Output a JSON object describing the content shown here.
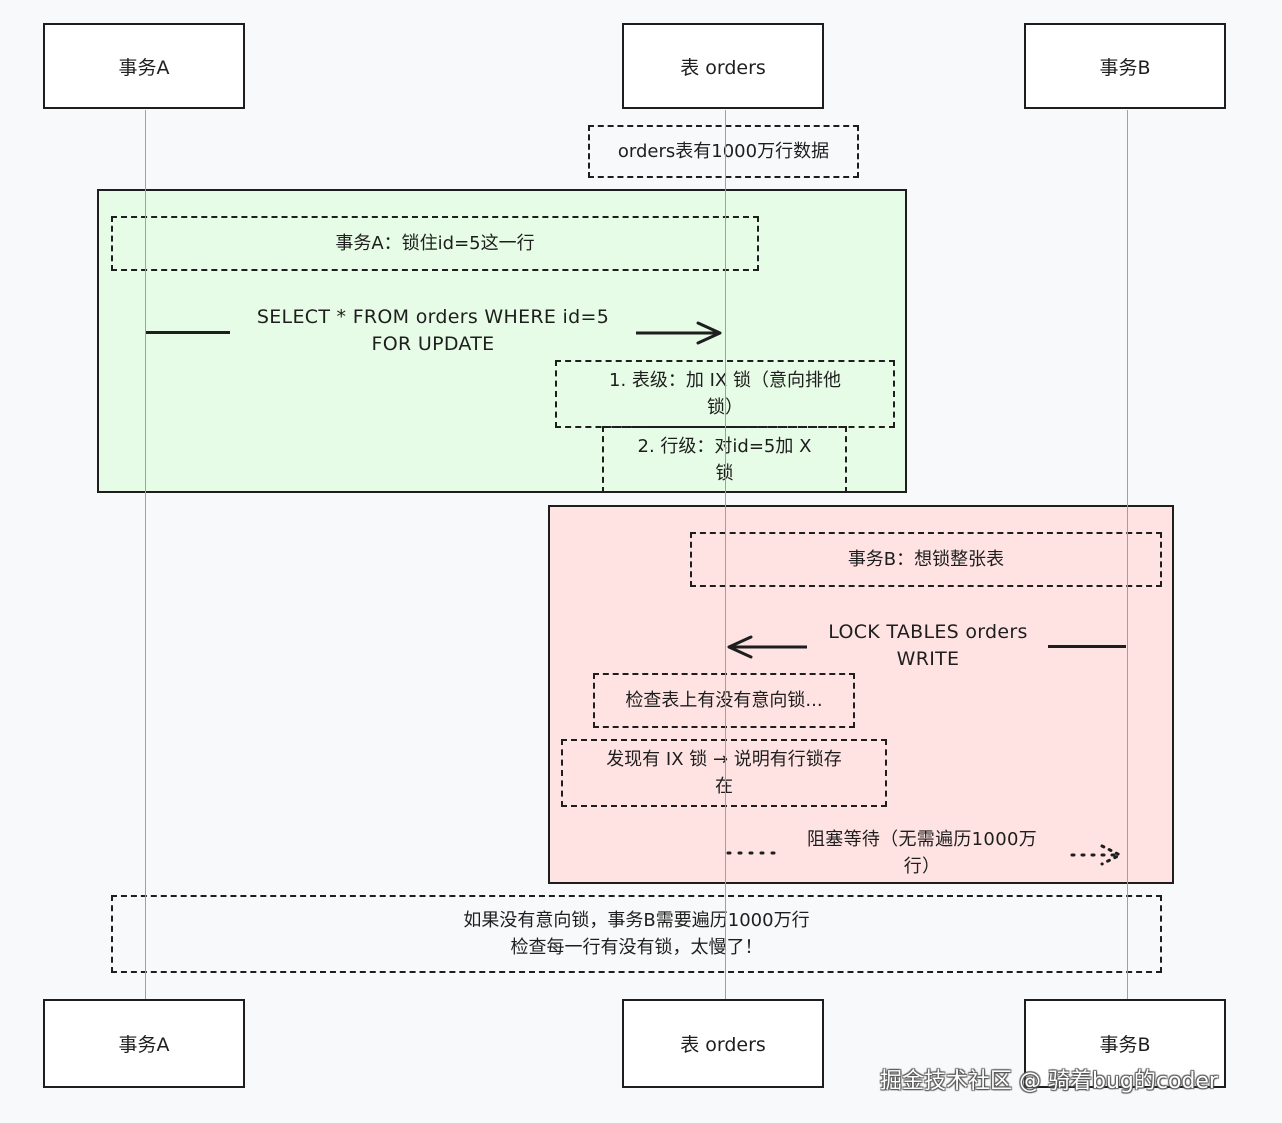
{
  "participants": {
    "tx_a": "事务A",
    "table": "表 orders",
    "tx_b": "事务B"
  },
  "notes": {
    "table_rows": "orders表有1000万行数据",
    "tx_a_goal": "事务A：锁住id=5这一行",
    "table_level_lock_1": "1. 表级：加 IX 锁（意向排他",
    "table_level_lock_2": "锁）",
    "row_level_lock_1": "2. 行级：对id=5加 X",
    "row_level_lock_2": "锁",
    "tx_b_goal": "事务B：想锁整张表",
    "check_intent_lock": "检查表上有没有意向锁...",
    "found_ix_1": "发现有 IX 锁 → 说明有行锁存",
    "found_ix_2": "在",
    "summary_1": "如果没有意向锁，事务B需要遍历1000万行",
    "summary_2": "检查每一行有没有锁，太慢了！"
  },
  "messages": {
    "select_1": "SELECT * FROM orders WHERE id=5",
    "select_2": "FOR UPDATE",
    "lock_tables_1": "LOCK TABLES orders",
    "lock_tables_2": "WRITE",
    "blocked_1": "阻塞等待（无需遍历1000万",
    "blocked_2": "行）"
  },
  "groups": {
    "green_color": "#e6fce6",
    "pink_color": "#ffe3e3"
  },
  "watermark": "掘金技术社区 @ 骑着bug的coder"
}
